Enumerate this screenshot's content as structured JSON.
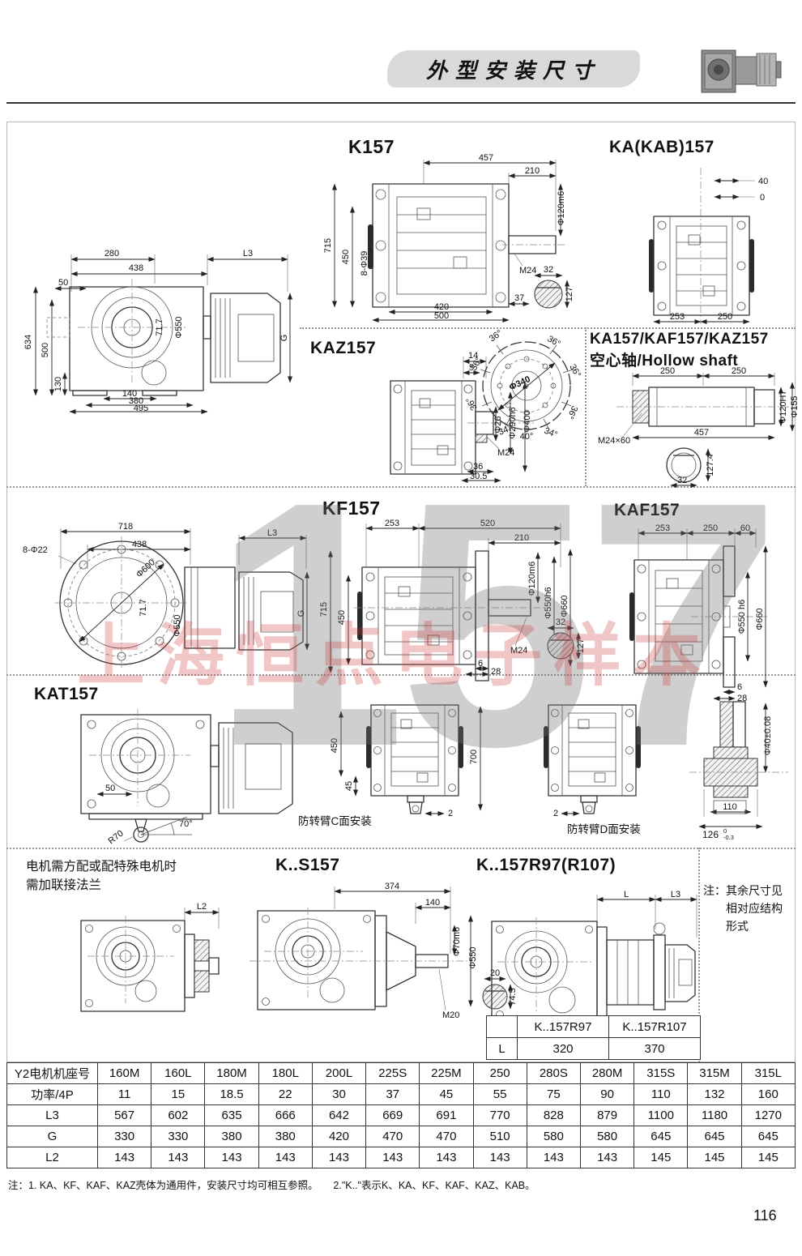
{
  "header": {
    "title": "外型安装尺寸"
  },
  "watermark": {
    "big": "157",
    "red": "上海恒点电子样本"
  },
  "sideview": {
    "d280": "280",
    "d438": "438",
    "L3": "L3",
    "d50": "50",
    "d634": "634",
    "d500": "500",
    "d130": "130",
    "d140": "140",
    "d380": "380",
    "d495": "495",
    "d717": "71.7",
    "d550": "Φ550",
    "G": "G"
  },
  "k157": {
    "title": "K157",
    "d457": "457",
    "d210": "210",
    "shaft": "Φ120m6",
    "m24": "M24",
    "d715": "715",
    "d450": "450",
    "holes": "8-Φ39",
    "d420": "420",
    "d500": "500",
    "d37": "37",
    "d32": "32",
    "d127": "127"
  },
  "ka157": {
    "title": "KA(KAB)157",
    "d40": "40",
    "d0": "0",
    "d253": "253",
    "d250": "250"
  },
  "kaz157": {
    "title": "KAZ157",
    "d14": "14",
    "d5": "5",
    "d26": "Φ26",
    "d290": "Φ290h6",
    "d400": "Φ400",
    "m24": "M24",
    "d36": "36",
    "d305": "30.5"
  },
  "flange": {
    "dia": "Φ340",
    "a36": "36°",
    "a34": "34°",
    "a40": "40°"
  },
  "hollow": {
    "title": "KA157/KAF157/KAZ157",
    "subtitle": "空心轴/Hollow shaft",
    "d250a": "250",
    "d250b": "250",
    "m24": "M24×60",
    "d457": "457",
    "d120": "Φ120H7",
    "d155": "Φ155",
    "d1274": "127.4",
    "d32": "32"
  },
  "kf_side": {
    "d718": "718",
    "holes": "8-Φ22",
    "d438": "438",
    "L3": "L3",
    "d600": "Φ600",
    "d717": "71.7",
    "d550": "Φ550",
    "G": "G"
  },
  "kf157": {
    "title": "KF157",
    "d253": "253",
    "d520": "520",
    "d210": "210",
    "shaft": "Φ120m6",
    "d550": "Φ550h6",
    "d660": "Φ660",
    "d715": "715",
    "d450": "450",
    "d6": "6",
    "d28": "28",
    "m24": "M24",
    "d32": "32",
    "d127": "127"
  },
  "kaf157": {
    "title": "KAF157",
    "d253": "253",
    "d250": "250",
    "d60": "60",
    "d550": "Φ550 h6",
    "d660": "Φ660",
    "d6": "6",
    "d28": "28"
  },
  "kat157": {
    "title": "KAT157",
    "d50": "50",
    "r70": "R70",
    "a70": "70°"
  },
  "arm_c": {
    "d450": "450",
    "d45": "45",
    "d700": "700",
    "d2": "2",
    "caption": "防转臂C面安装"
  },
  "arm_d": {
    "d2": "2",
    "caption": "防转臂D面安装"
  },
  "bushing": {
    "dia": "Φ40±0.08",
    "d110": "110",
    "d126": "126",
    "tol_u": "0",
    "tol_l": "-0.3"
  },
  "motor_note": {
    "line1": "电机需方配或配特殊电机时",
    "line2": "需加联接法兰",
    "L2": "L2"
  },
  "ks157": {
    "title": "K..S157",
    "d374": "374",
    "d140": "140",
    "shaft": "Φ70m6",
    "d550": "Φ550",
    "m20": "M20",
    "d20": "20",
    "d745": "74.5"
  },
  "kr97": {
    "title": "K..157R97(R107)",
    "L": "L",
    "L3": "L3"
  },
  "side_note": {
    "line1": "注：其余尺寸见",
    "line2": "相对应结构",
    "line3": "形式"
  },
  "r_table": {
    "c1": "K..157R97",
    "c2": "K..157R107",
    "row": "L",
    "v1": "320",
    "v2": "370"
  },
  "spec_table": {
    "col_header_label": "Y2电机机座号",
    "columns": [
      "160M",
      "160L",
      "180M",
      "180L",
      "200L",
      "225S",
      "225M",
      "250",
      "280S",
      "280M",
      "315S",
      "315M",
      "315L"
    ],
    "rows": [
      {
        "label": "功率/4P",
        "values": [
          "11",
          "15",
          "18.5",
          "22",
          "30",
          "37",
          "45",
          "55",
          "75",
          "90",
          "110",
          "132",
          "160"
        ]
      },
      {
        "label": "L3",
        "values": [
          "567",
          "602",
          "635",
          "666",
          "642",
          "669",
          "691",
          "770",
          "828",
          "879",
          "1100",
          "1180",
          "1270"
        ]
      },
      {
        "label": "G",
        "values": [
          "330",
          "330",
          "380",
          "380",
          "420",
          "470",
          "470",
          "510",
          "580",
          "580",
          "645",
          "645",
          "645"
        ]
      },
      {
        "label": "L2",
        "values": [
          "143",
          "143",
          "143",
          "143",
          "143",
          "143",
          "143",
          "143",
          "143",
          "143",
          "145",
          "145",
          "145"
        ]
      }
    ]
  },
  "footer": {
    "note": "注：1. KA、KF、KAF、KAZ壳体为通用件，安装尺寸均可相互参照。　　2.\"K..\"表示K、KA、KF、KAF、KAZ、KAB。",
    "page": "116"
  }
}
